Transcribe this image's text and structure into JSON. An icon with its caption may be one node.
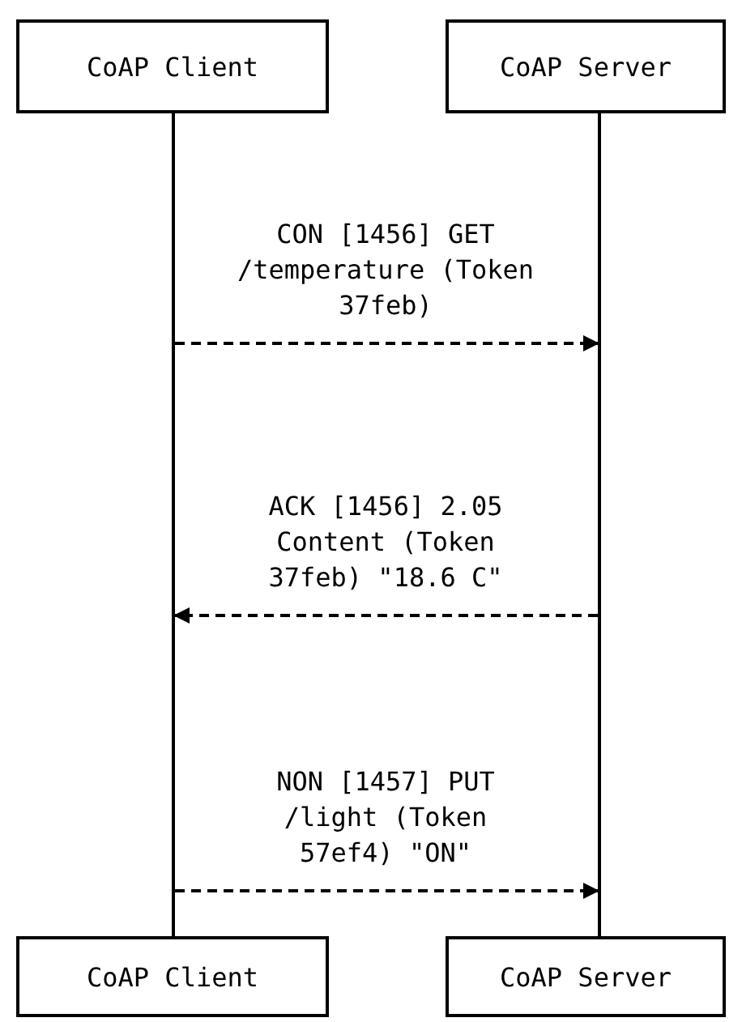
{
  "diagram": {
    "nodes": [
      {
        "text": [
          "CoAP Client"
        ]
      },
      {
        "text": [
          "CoAP Server"
        ]
      },
      {
        "text": [],
        "shape": "line"
      },
      {
        "text": [],
        "shape": "line"
      },
      {
        "text": [
          "CoAP Client"
        ]
      },
      {
        "text": [
          "CoAP Server"
        ]
      }
    ],
    "edges": [
      {
        "from": 2,
        "to": 3,
        "arrow": "to",
        "style": "dashed",
        "label": "CON [1456] GET /temperature (Token 37feb)"
      },
      {
        "from": 3,
        "to": 2,
        "arrow": "to",
        "style": "dashed",
        "label": "ACK [1456] 2.05 Content (Token 37feb) \"18.6 C\""
      },
      {
        "from": 2,
        "to": 3,
        "arrow": "to",
        "style": "dashed",
        "label": "NON [1457] PUT /light (Token 57ef4) \"ON\""
      }
    ]
  }
}
